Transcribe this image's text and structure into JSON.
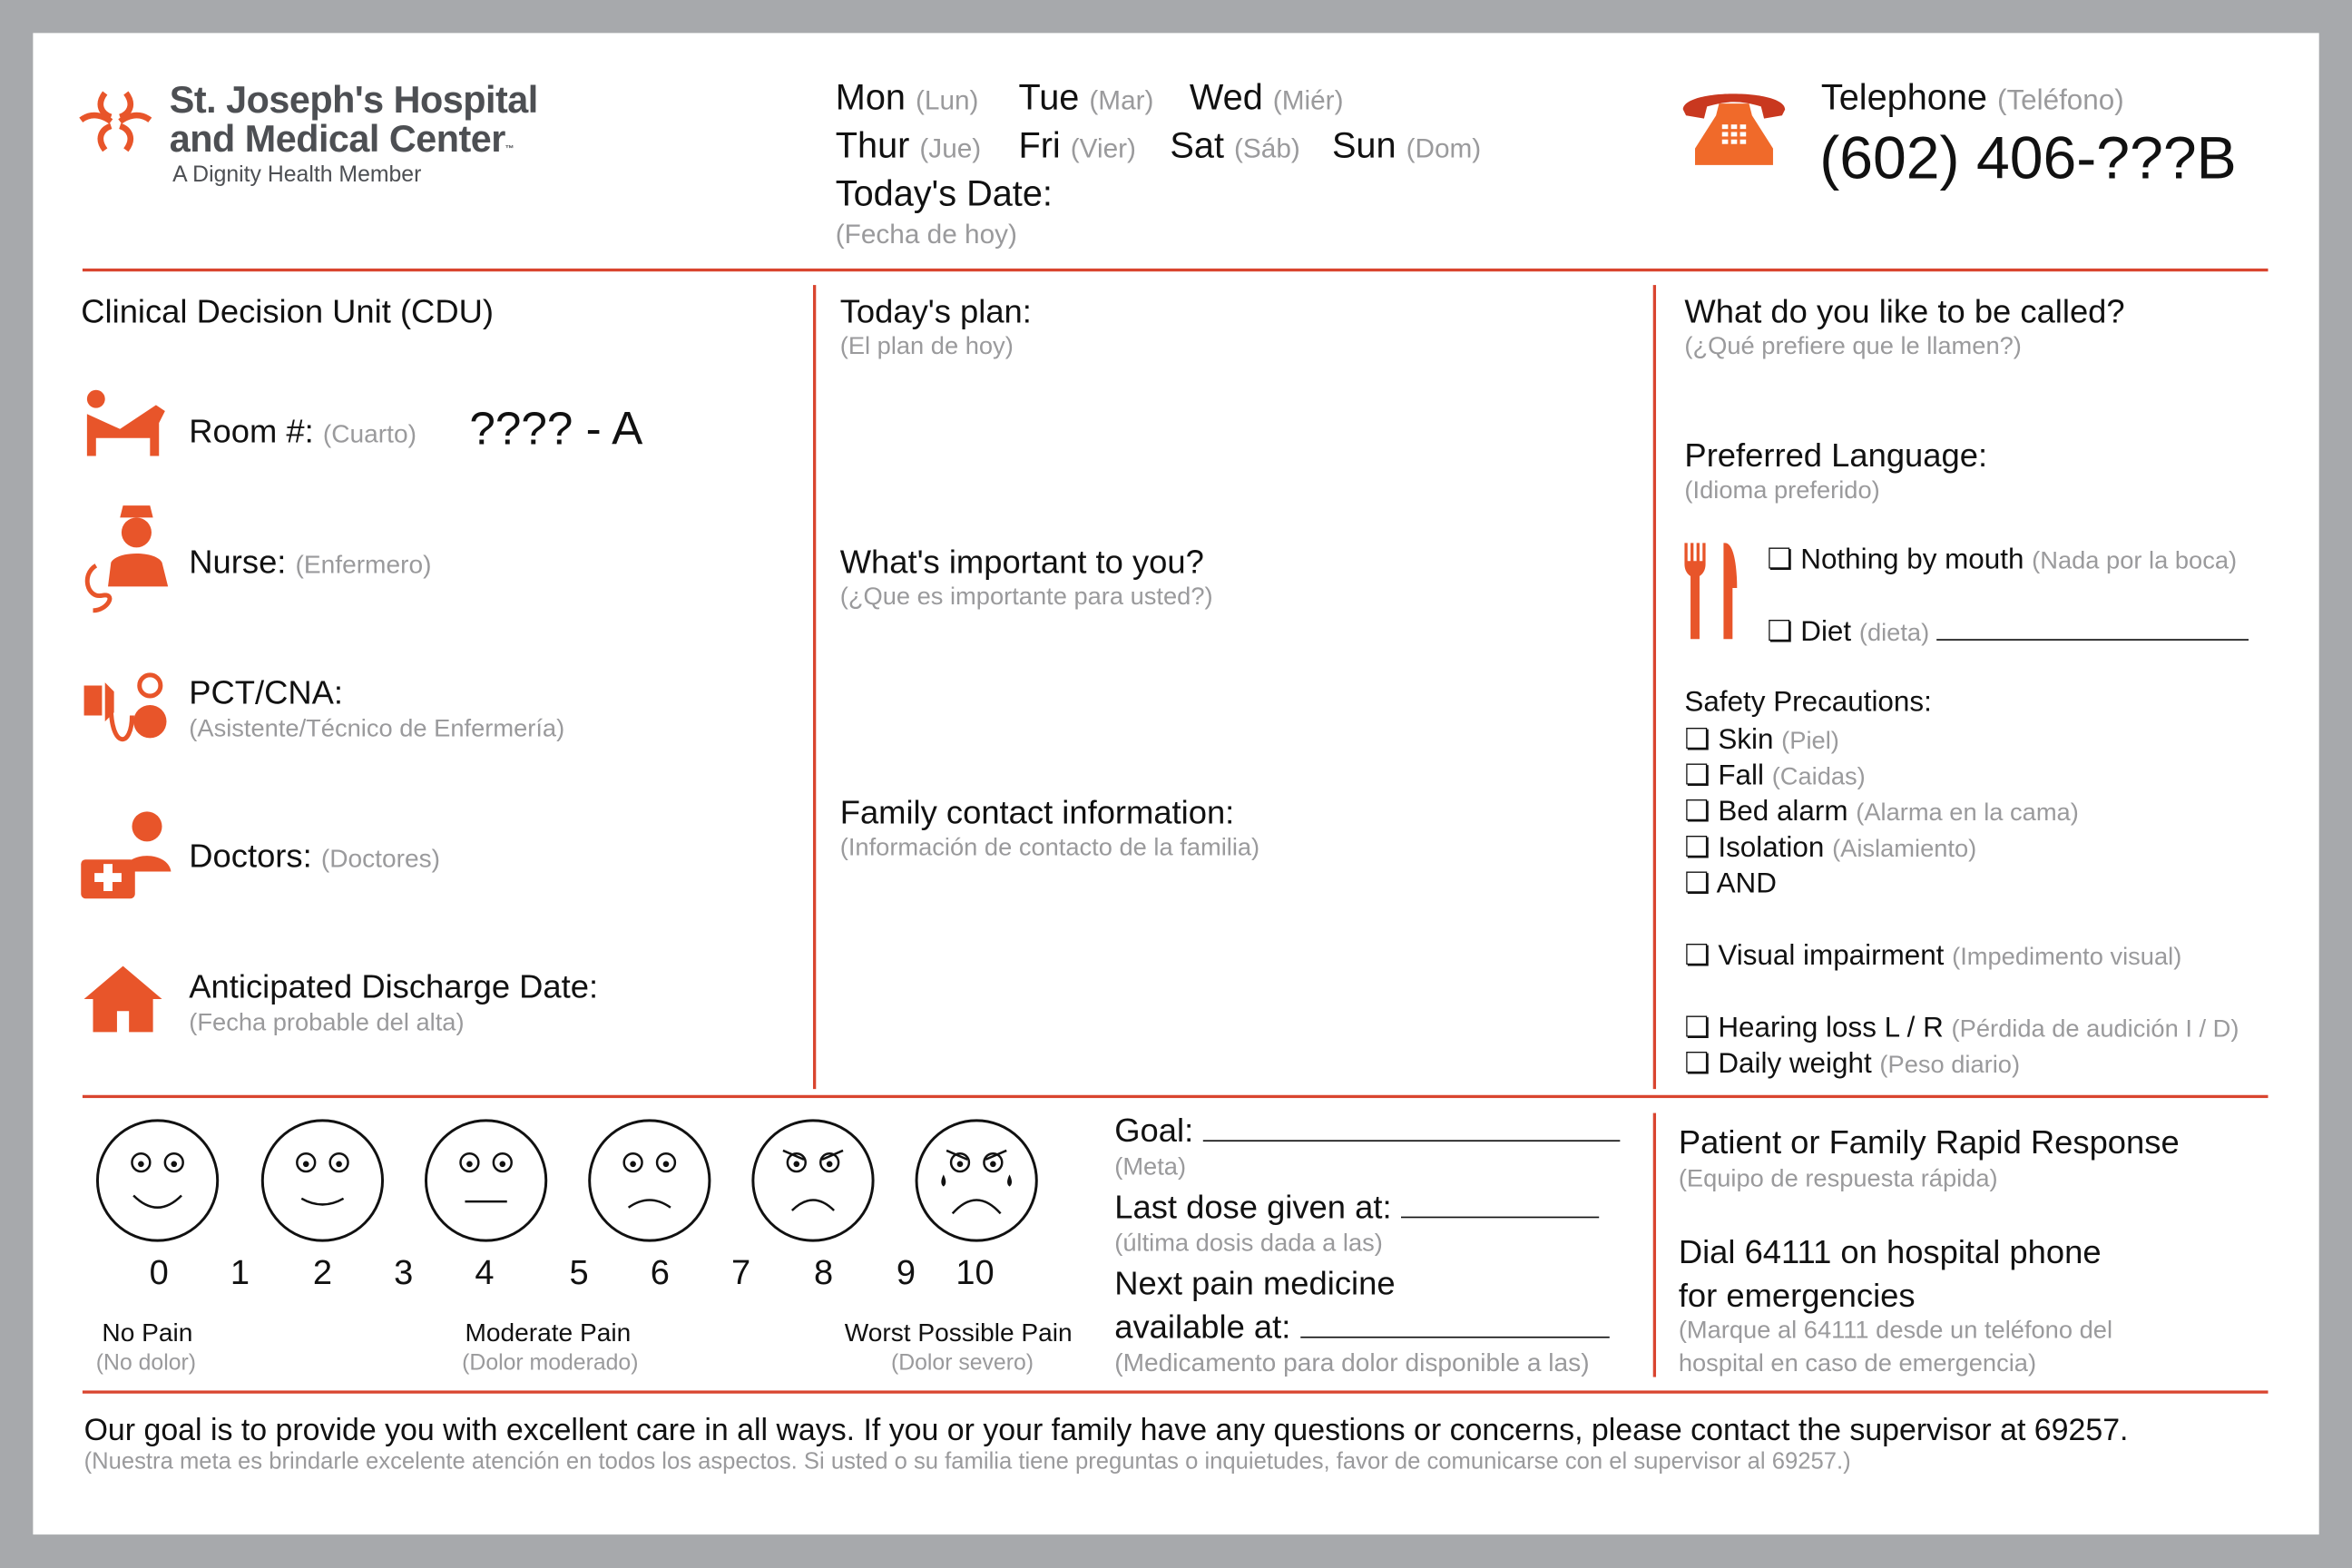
{
  "logo": {
    "line1": "St. Joseph's Hospital",
    "line2": "and Medical Center",
    "tm": "™",
    "tagline": "A Dignity Health Member"
  },
  "days": [
    {
      "en": "Mon",
      "es": "(Lun)"
    },
    {
      "en": "Tue",
      "es": "(Mar)"
    },
    {
      "en": "Wed",
      "es": "(Miér)"
    },
    {
      "en": "Thur",
      "es": "(Jue)"
    },
    {
      "en": "Fri",
      "es": "(Vier)"
    },
    {
      "en": "Sat",
      "es": "(Sáb)"
    },
    {
      "en": "Sun",
      "es": "(Dom)"
    }
  ],
  "todays_date": {
    "en": "Today's Date:",
    "es": "(Fecha de hoy)"
  },
  "telephone": {
    "en": "Telephone",
    "es": "(Teléfono)",
    "number": "(602) 406-???B"
  },
  "left": {
    "unit": "Clinical Decision Unit (CDU)",
    "room": {
      "en": "Room #:",
      "es": "(Cuarto)",
      "value": "???? - A"
    },
    "nurse": {
      "en": "Nurse:",
      "es": "(Enfermero)"
    },
    "pct": {
      "en": "PCT/CNA:",
      "es": "(Asistente/Técnico de Enfermería)"
    },
    "doctors": {
      "en": "Doctors:",
      "es": "(Doctores)"
    },
    "discharge": {
      "en": "Anticipated Discharge Date:",
      "es": "(Fecha probable del alta)"
    }
  },
  "middle": {
    "plan": {
      "en": "Today's plan:",
      "es": "(El plan de hoy)"
    },
    "important": {
      "en": "What's important to you?",
      "es": "(¿Que es importante para usted?)"
    },
    "family": {
      "en": "Family contact information:",
      "es": "(Información de contacto de la familia)"
    }
  },
  "right": {
    "called": {
      "en": "What do you like to be called?",
      "es": "(¿Qué prefiere que le llamen?)"
    },
    "language": {
      "en": "Preferred Language:",
      "es": "(Idioma preferido)"
    },
    "checkbox": "❏",
    "npo": {
      "en": "Nothing by mouth",
      "es": "(Nada por la boca)"
    },
    "diet": {
      "en": "Diet",
      "es": "(dieta)"
    },
    "safety_title": "Safety Precautions:",
    "safety": [
      {
        "en": "Skin",
        "es": "(Piel)"
      },
      {
        "en": "Fall",
        "es": "(Caidas)"
      },
      {
        "en": "Bed alarm",
        "es": "(Alarma en la cama)"
      },
      {
        "en": "Isolation",
        "es": "(Aislamiento)"
      },
      {
        "en": "AND",
        "es": ""
      }
    ],
    "visual": {
      "en": "Visual impairment",
      "es": "(Impedimento visual)"
    },
    "hearing": {
      "en": "Hearing loss L / R",
      "es": "(Pérdida de audición I / D)"
    },
    "weight": {
      "en": "Daily weight",
      "es": "(Peso diario)"
    }
  },
  "pain": {
    "numbers": [
      "0",
      "1",
      "2",
      "3",
      "4",
      "5",
      "6",
      "7",
      "8",
      "9",
      "10"
    ],
    "no_pain": {
      "en": "No Pain",
      "es": "(No dolor)"
    },
    "moderate": {
      "en": "Moderate Pain",
      "es": "(Dolor moderado)"
    },
    "worst": {
      "en": "Worst Possible Pain",
      "es": "(Dolor severo)"
    },
    "goal": {
      "en": "Goal:",
      "es": "(Meta)"
    },
    "last_dose": {
      "en": "Last dose given at:",
      "es": "(última dosis dada a las)"
    },
    "next": {
      "en1": "Next pain medicine",
      "en2": "available at:",
      "es": "(Medicamento para dolor disponible a las)"
    }
  },
  "rapid": {
    "title": "Patient or Family Rapid Response",
    "title_es": "(Equipo de respuesta rápida)",
    "dial1": "Dial 64111 on hospital phone",
    "dial2": "for emergencies",
    "es1": "(Marque al 64111 desde un teléfono del",
    "es2": "hospital en caso de emergencia)"
  },
  "footer": {
    "en": "Our goal is to provide you with excellent care in all ways. If you or your family have any questions or concerns, please contact the supervisor at 69257.",
    "es": "(Nuestra meta es brindarle excelente atención en todos los aspectos. Si usted o su familia tiene preguntas o inquietudes, favor de comunicarse con el supervisor al 69257.)"
  },
  "colors": {
    "accent": "#e8552a",
    "rule": "#d9452f",
    "bg": "#a7a9ac"
  }
}
